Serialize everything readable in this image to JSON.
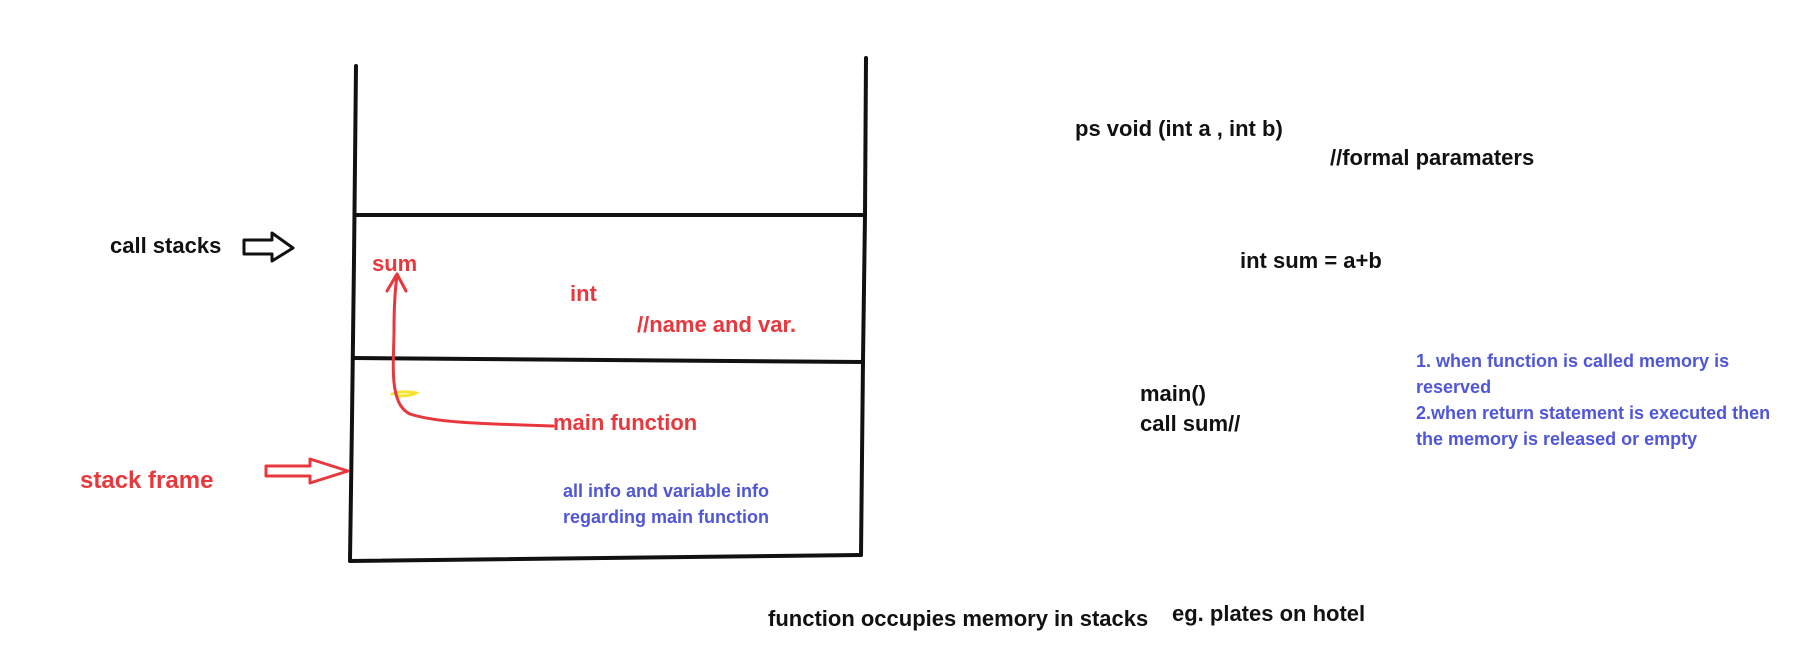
{
  "colors": {
    "ink": "#111111",
    "red": "#e8383d",
    "blue": "#5056d8",
    "highlight": "#f5e431"
  },
  "labels": {
    "call_stacks": "call stacks",
    "stack_frame": "stack frame"
  },
  "stack": {
    "sum_frame": {
      "name": "sum",
      "type": "int",
      "comment": "//name and var."
    },
    "main_frame": {
      "name": "main function",
      "info_line1": "all info and variable info",
      "info_line2": "regarding main function"
    }
  },
  "code": {
    "signature": "ps void (int a , int b)",
    "signature_comment": "//formal paramaters",
    "body": "int sum = a+b",
    "main": "main()",
    "call": "call sum//"
  },
  "notes": {
    "line1": "1. when function is called memory is",
    "line2": "reserved",
    "line3": "2.when return statement is executed then",
    "line4": "the memory is released or empty"
  },
  "footer": {
    "caption": "function occupies memory in stacks",
    "example": "eg. plates on hotel"
  }
}
